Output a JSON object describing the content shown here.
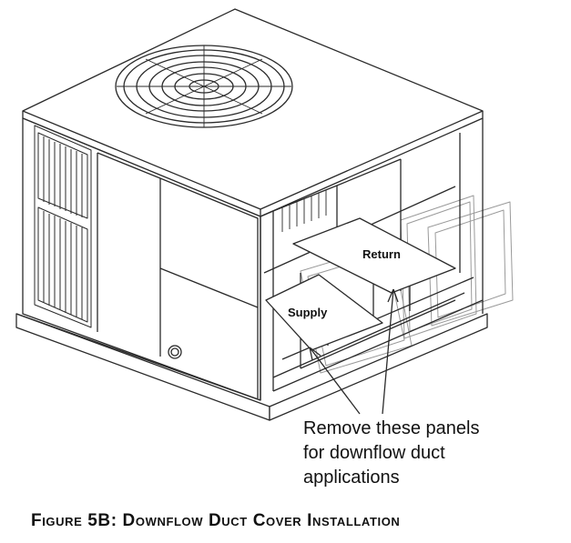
{
  "labels": {
    "return": "Return",
    "supply": "Supply"
  },
  "callout": {
    "line1": "Remove these panels",
    "line2": "for downflow duct",
    "line3": "applications"
  },
  "caption": "Figure 5B: Downflow Duct Cover Installation",
  "colors": {
    "line": "#2a2a2a",
    "ghost": "#9a9a9a",
    "background": "#ffffff"
  }
}
